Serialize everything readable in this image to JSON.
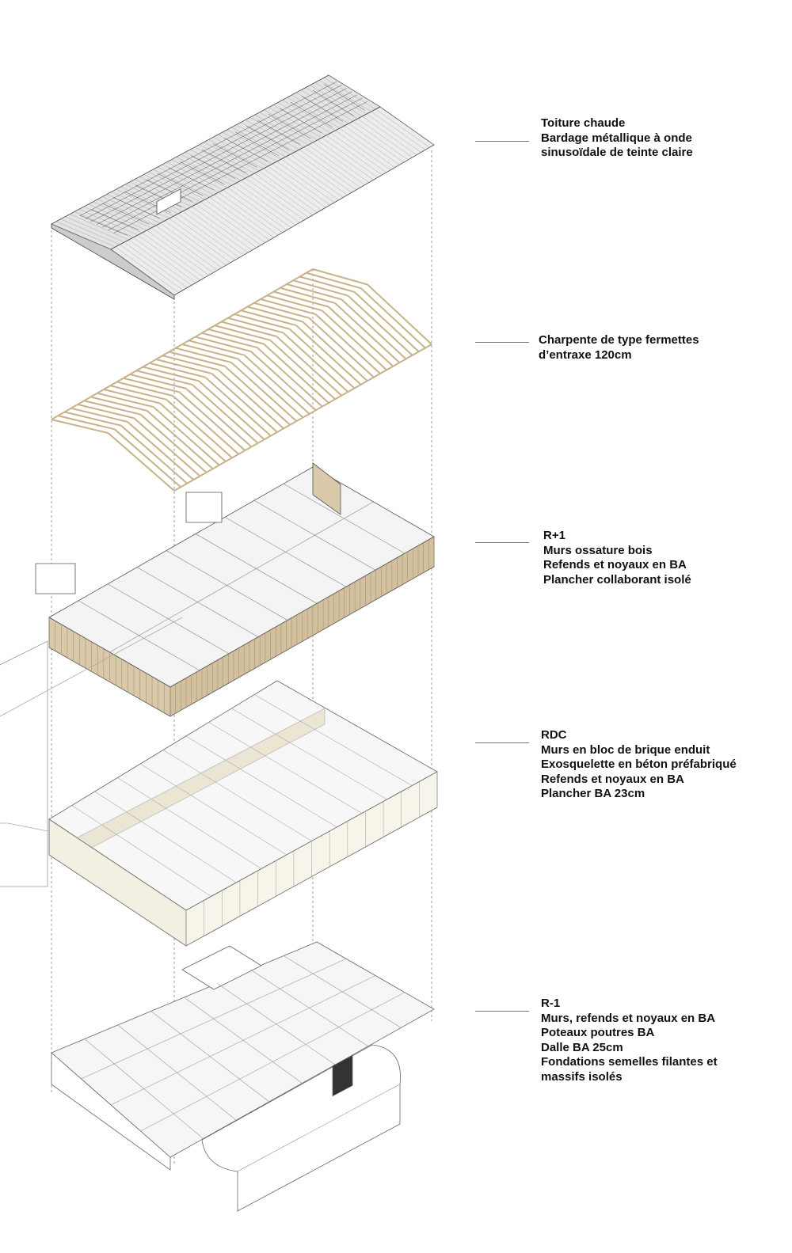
{
  "layers": [
    {
      "id": "toiture",
      "lines": [
        "Toiture chaude",
        "Bardage métallique à onde",
        "sinusoïdale de teinte claire"
      ]
    },
    {
      "id": "charpente",
      "lines": [
        "Charpente de type fermettes",
        "d’entraxe 120cm"
      ]
    },
    {
      "id": "r-plus-1",
      "lines": [
        "R+1",
        "Murs ossature bois",
        "Refends et noyaux en BA",
        "Plancher collaborant isolé"
      ]
    },
    {
      "id": "rdc",
      "lines": [
        "RDC",
        "Murs en bloc de brique enduit",
        "Exosquelette en béton préfabriqué",
        "Refends et noyaux en BA",
        "Plancher BA 23cm"
      ]
    },
    {
      "id": "r-minus-1",
      "lines": [
        "R-1",
        "Murs, refends et noyaux en BA",
        "Poteaux poutres BA",
        "Dalle BA 25cm",
        "Fondations semelles filantes et",
        "massifs isolés"
      ]
    }
  ],
  "colors": {
    "wood": "#d9c9aa",
    "line": "#555555",
    "floor": "#f2f2f2",
    "rdc_fill": "#f3efe2"
  }
}
